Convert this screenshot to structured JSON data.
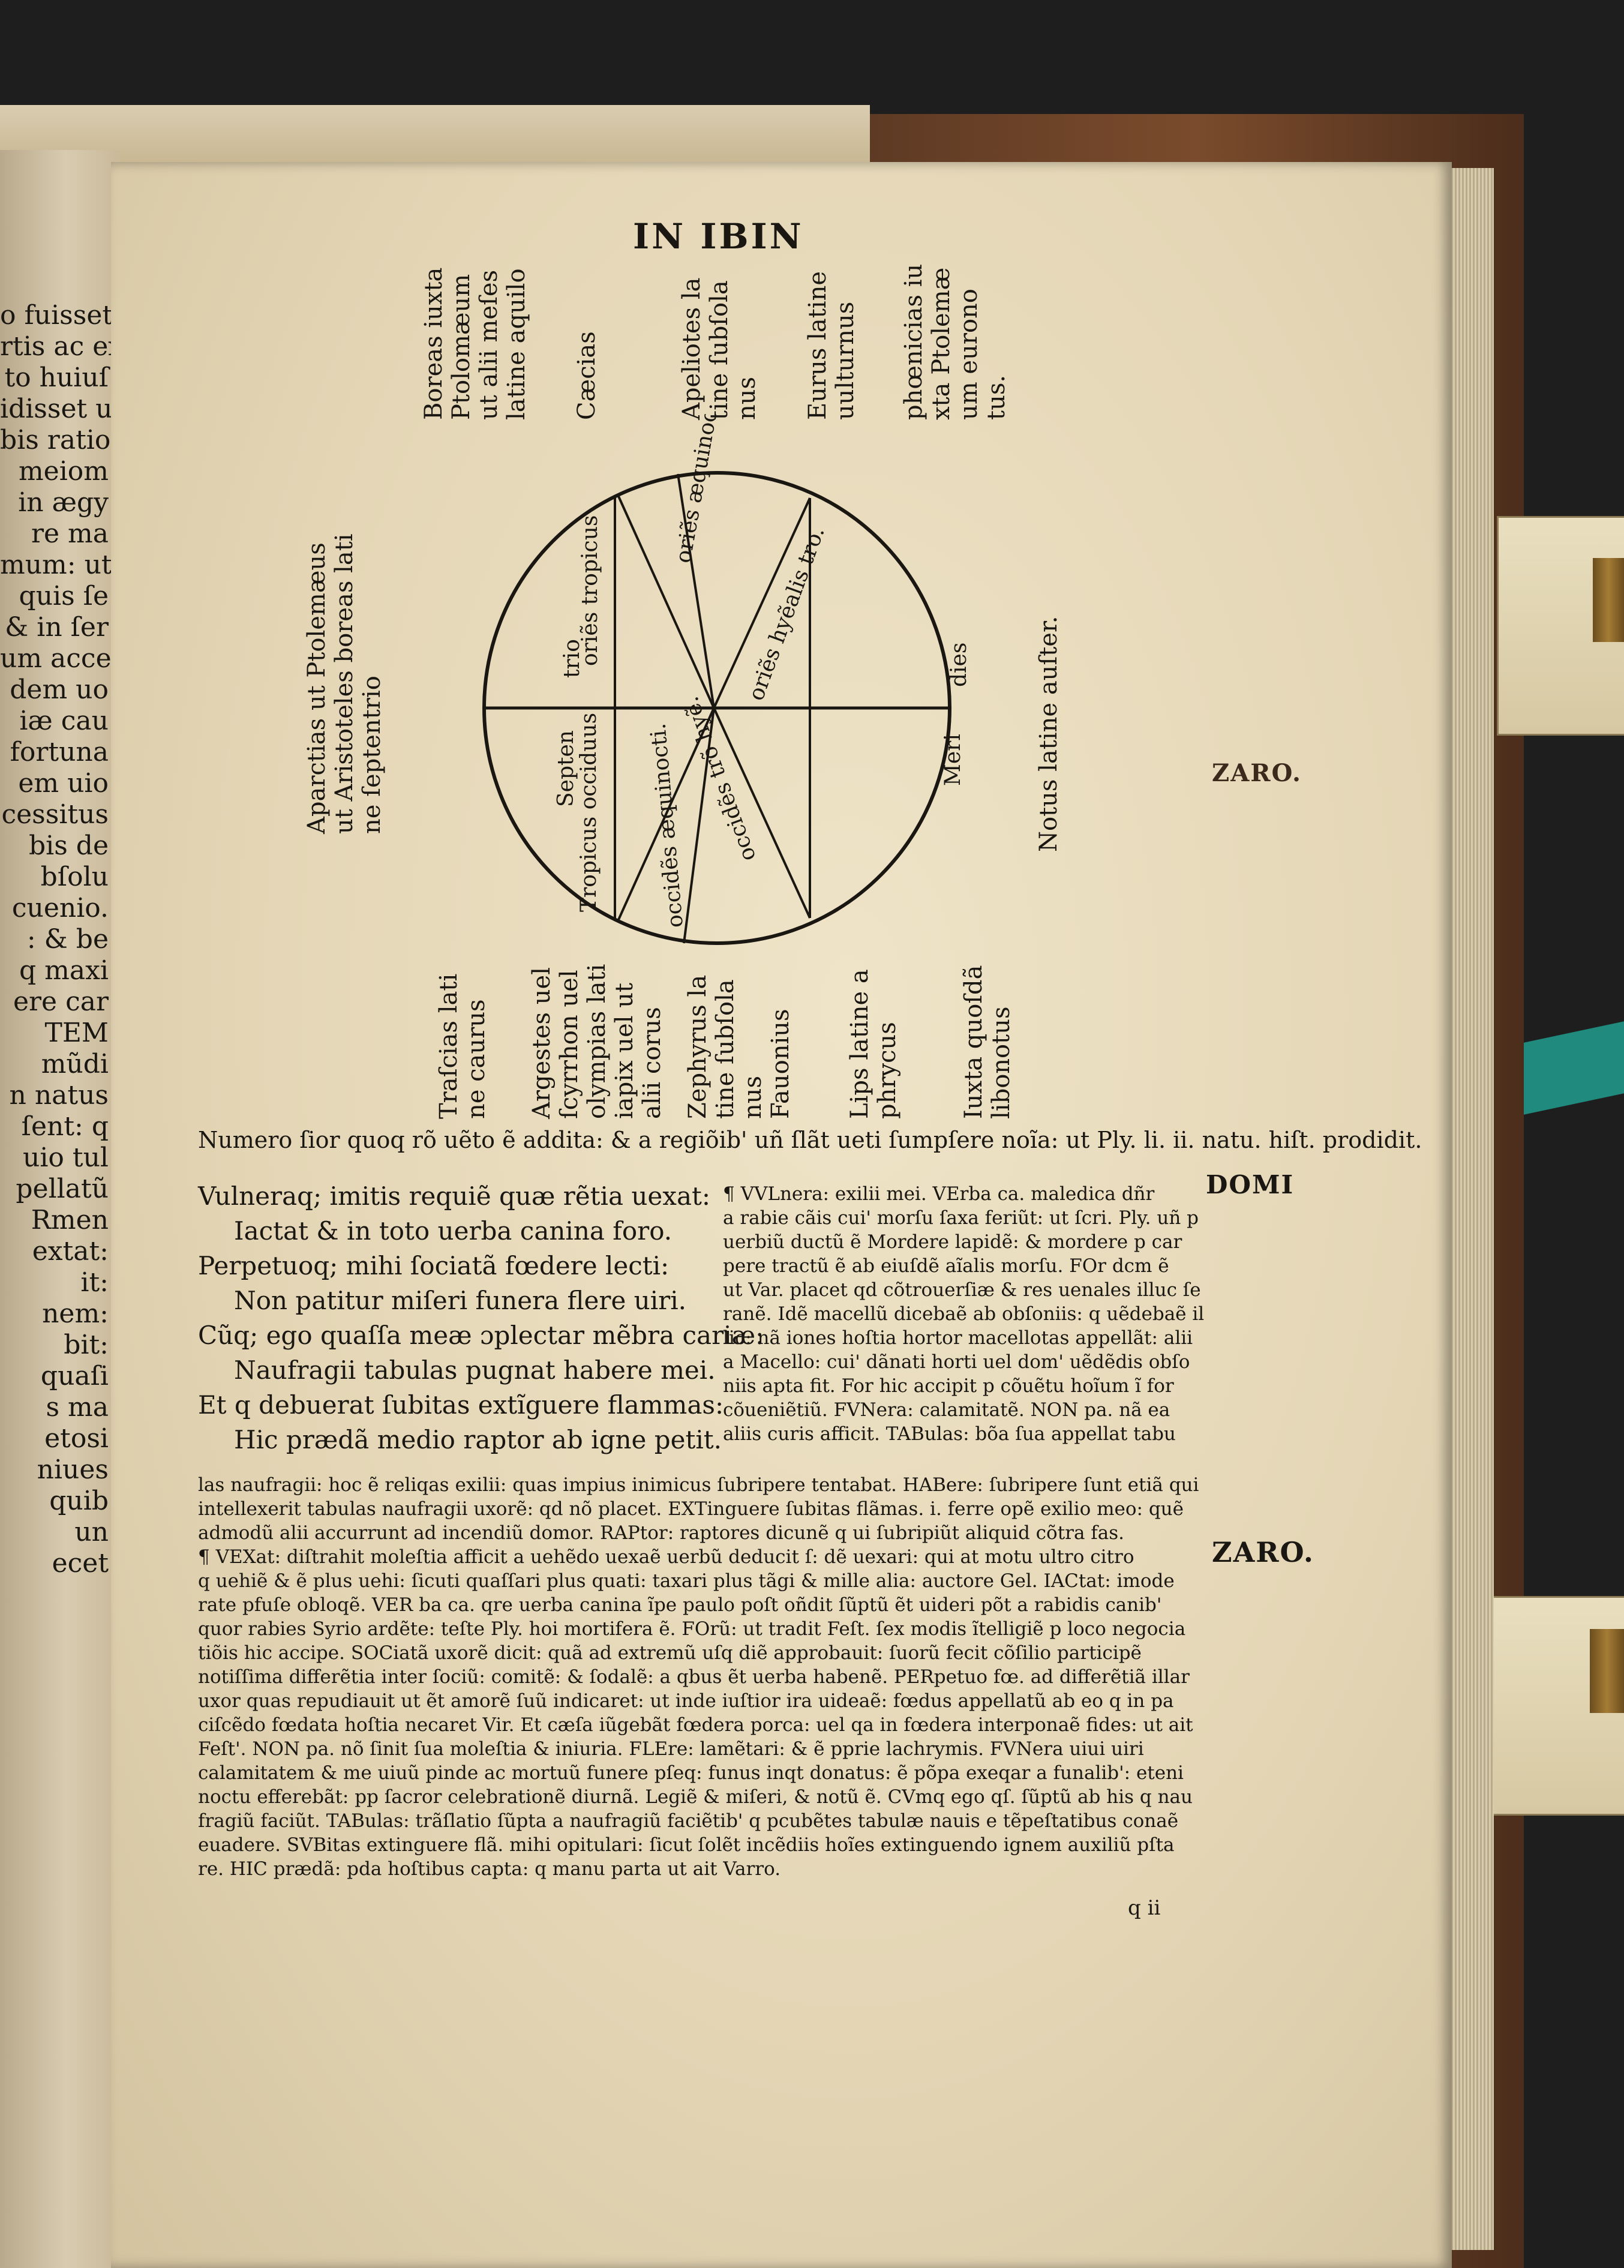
{
  "left_page": {
    "stub_lines": [
      "o fuisset",
      "rtis ac ex",
      "to huiuſ",
      "idisset ut",
      "bis ratio",
      "meiom",
      "in ægy",
      "re ma",
      "mum: ut",
      " quis ſe",
      "& in ſer",
      "um acce",
      "dem uo",
      "iæ cau",
      "fortuna",
      "em uio",
      "cessitus",
      "bis de",
      "bſolu",
      "cuenio.",
      ": & be",
      "q maxi",
      "ere car",
      "TEM",
      "mũdi",
      "n natus",
      "ſent: q",
      "uio tul",
      "pellatũ",
      "Rmen",
      "",
      "extat:",
      "",
      "it:",
      "",
      "nem:",
      "",
      "bit:",
      "",
      "",
      "quaſi",
      "s ma",
      "etosi",
      "niues",
      "quib",
      "un",
      "ecet"
    ]
  },
  "page": {
    "running_head": "IN IBIN",
    "side_notes": [
      "ZARO.",
      "DOMI",
      "ZARO."
    ],
    "signature": "q ii"
  },
  "diagram": {
    "top_labels": [
      [
        "Boreas iuxta",
        "Ptolomæum",
        "ut alii meſes",
        "latine aquilo"
      ],
      [
        "Cæcias"
      ],
      [
        "Apeliotes la",
        "tine ſubſola",
        "nus"
      ],
      [
        "Eurus latine",
        "uulturnus"
      ],
      [
        "phœnicias iu",
        "xta Ptolemæ",
        "um eurono",
        "tus."
      ]
    ],
    "left_labels": [
      [
        "Aparctias ut Ptolemæus",
        "ut Aristoteles boreas lati",
        "ne ſeptentrio"
      ]
    ],
    "right_labels": [
      [
        "Notus latine auſter."
      ]
    ],
    "bottom_labels": [
      [
        "Traſcias lati",
        "ne caurus"
      ],
      [
        "Argestes uel",
        "ſcyrrhon uel",
        "olympias lati",
        "iapix uel ut",
        "alii corus"
      ],
      [
        "Zephyrus la",
        "tine ſubſola",
        "nus",
        "Fauonius"
      ],
      [
        "Lips latine a",
        "phrycus"
      ],
      [
        "Iuxta quoſdã",
        "libonotus"
      ]
    ],
    "wedge_labels": {
      "septen": "Septen",
      "trio": "trio",
      "tropicus_occiduus": "Tropicus occiduus",
      "oriens_tropicus": "oriẽs tropicus",
      "oriens_aequinoctialis": "oriẽs æquinoctia.",
      "occidens_aequinoctialis": "occidẽs æquinocti.",
      "oriens_hyemalis": "oriẽs hyẽalis tro.",
      "occidens_hyemalis": "occidẽs trõ hyẽ.",
      "meri": "Meri",
      "dies": "dies"
    }
  },
  "caption": "Numero ſior quoq rõ uẽto ẽ addita: & a regiõib' uñ ſlãt ueti ſumpſere noĩa: ut Ply. li. ii. natu. hiſt. prodidit.",
  "verses": [
    "Vulneraq; imitis requiẽ quæ rẽtia uexat:",
    "Iactat & in toto uerba canina foro.",
    "Perpetuoq; mihi ſociatã fœdere lecti:",
    "Non patitur miſeri funera flere uiri.",
    "Cũq; ego quaſſa meæ ɔplectar mẽbra cariæ:",
    "Naufragii tabulas pugnat habere mei.",
    "Et q debuerat ſubitas extĩguere flammas:",
    "Hic prædã medio raptor ab igne petit."
  ],
  "gloss_right": [
    "¶ VVLnera: exilii mei. VErba ca. maledica dñr",
    "a rabie cãis cui' morſu ſaxa feriũt: ut ſcri. Ply. uñ p",
    "uerbiũ ductũ ẽ Mordere lapidẽ: & mordere p car",
    "pere tractũ ẽ ab eiuſdẽ aĩalis morſu. FOr dcm ẽ",
    "ut Var. placet qd cõtrouerſiæ & res uenales illuc ſe",
    "ranẽ. Idẽ macellũ dicebaẽ ab obſoniis: q uẽdebaẽ il",
    "lic: nã iones hoſtia hortor macellotas appellãt: alii",
    "a Macello: cui' dãnati horti uel dom' uẽdẽdis obſo",
    "niis apta fit. For hic accipit p cõuẽtu hoĩum ĩ for",
    "cõueniẽtiũ. FVNera: calamitatẽ. NON pa. nã ea",
    "aliis curis afficit. TABulas: bõa ſua appellat tabu"
  ],
  "commentary": [
    "las naufragii: hoc ẽ reliqas exilii: quas impius inimicus ſubripere tentabat. HABere: ſubripere ſunt etiã qui",
    "intellexerit tabulas naufragii uxorẽ: qd nõ placet. EXTinguere ſubitas flãmas. i. ferre opẽ exilio meo: quẽ",
    "admodũ alii accurrunt ad incendiũ domor. RAPtor: raptores dicunẽ q ui ſubripiũt aliquid cõtra fas.",
    "¶ VEXat: diſtrahit moleſtia afficit a uehẽdo uexaẽ uerbũ deducit ſ: dẽ uexari: qui at motu ultro citro",
    "q uehiẽ & ẽ plus uehi: ſicuti quaſſari plus quati: taxari plus tãgi & mille alia: auctore Gel. IACtat: imode",
    "rate pfuſe obloqẽ. VER ba ca. qre uerba canina ĩpe paulo poſt oñdit ſũptũ ẽt uideri põt a rabidis canib'",
    "quor rabies Syrio ardẽte: teſte Ply. hoi mortifera ẽ. FOrũ: ut tradit Feſt. ſex modis ĩtelligiẽ p loco negocia",
    "tiõis hic accipe. SOCiatã uxorẽ dicit: quã ad extremũ uſq diẽ approbauit: ſuorũ fecit cõſilio participẽ",
    "notiſſima differẽtia inter ſociũ: comitẽ: & ſodalẽ: a qbus ẽt uerba habenẽ. PERpetuo fœ. ad differẽtiã illar",
    "uxor quas repudiauit ut ẽt amorẽ ſuũ indicaret: ut inde iuſtior ira uideaẽ: fœdus appellatũ ab eo q in pa",
    "ciſcẽdo fœdata hoſtia necaret Vir. Et cæſa iũgebãt fœdera porca: uel qa in fœdera interponaẽ fides: ut ait",
    "Feſt'. NON pa. nõ ſinit ſua moleſtia & iniuria. FLEre: lamẽtari: & ẽ pprie lachrymis. FVNera uiui uiri",
    "calamitatem & me uiuũ pinde ac mortuũ funere pſeq: funus inqt donatus: ẽ põpa exeqar a funalib': eteni",
    "noctu efferebãt: pp ſacror celebrationẽ diurnã. Legiẽ & miſeri, & notũ ẽ. CVmq ego qſ. ſũptũ ab his q nau",
    "fragiũ faciũt. TABulas: trãſlatio ſũpta a naufragiũ faciẽtib' q pcubẽtes tabulæ nauis e tẽpeſtatibus conaẽ",
    "euadere. SVBitas extinguere flã. mihi opitulari: ſicut ſolẽt incẽdiis hoĩes extinguendo ignem auxiliũ pſta",
    "re. HIC prædã: pda hoſtibus capta: q manu parta ut ait Varro."
  ]
}
